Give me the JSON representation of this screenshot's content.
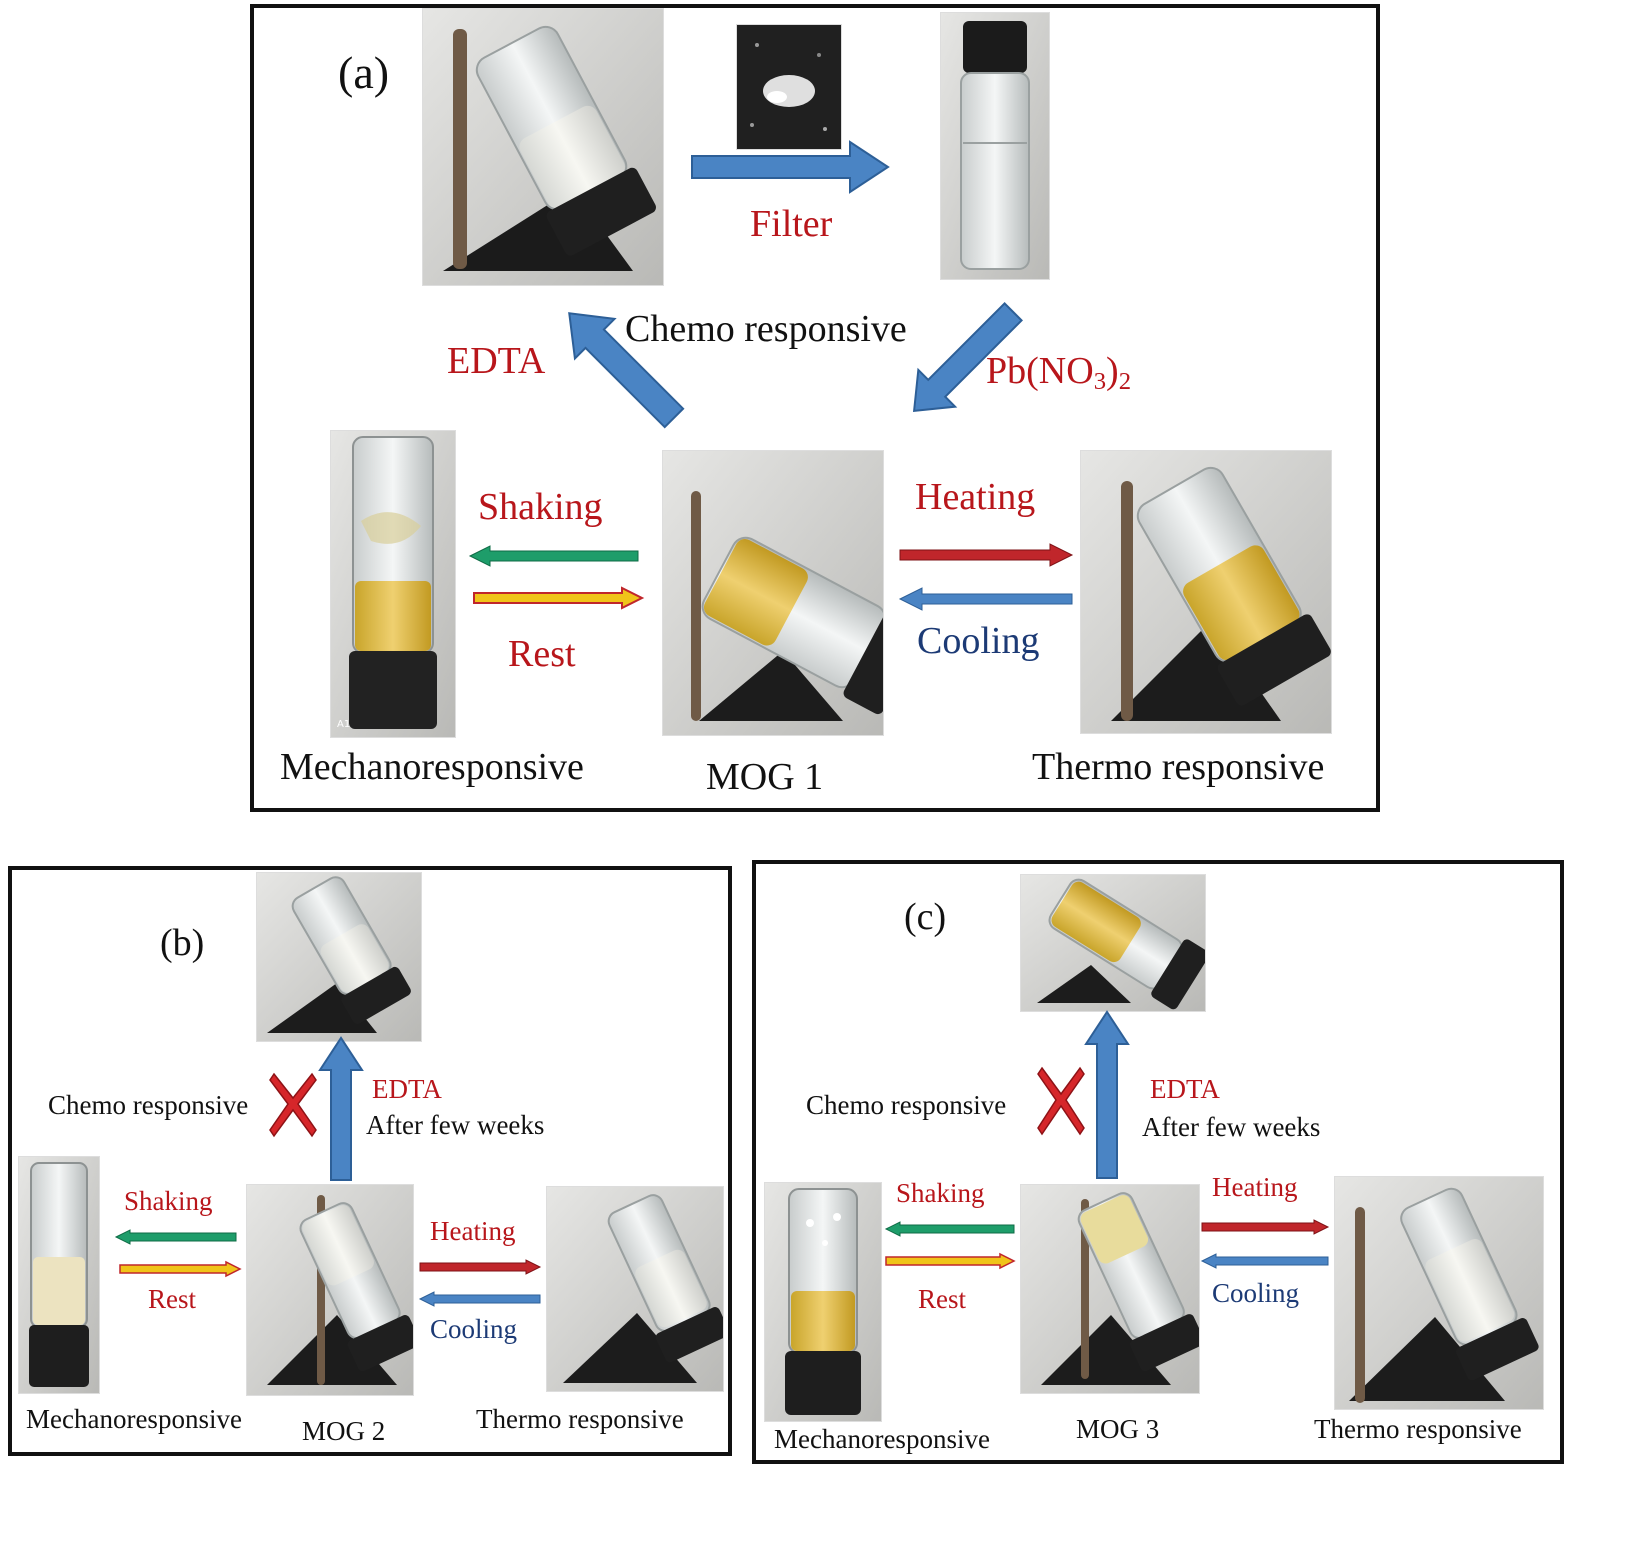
{
  "colors": {
    "red_text": "#b8161b",
    "blue_text": "#1c3a75",
    "arrow_blue": "#4a84c4",
    "arrow_red": "#c0262b",
    "arrow_green": "#1e9d6a",
    "arrow_yellow": "#f0c419",
    "cross_red": "#d6262a"
  },
  "panel_a": {
    "label": "(a)",
    "filter": "Filter",
    "chemo": "Chemo responsive",
    "edta": "EDTA",
    "pb_main": "Pb(NO",
    "pb_sub1": "3",
    "pb_close": ")",
    "pb_sub2": "2",
    "shaking": "Shaking",
    "rest": "Rest",
    "heating": "Heating",
    "cooling": "Cooling",
    "mechano": "Mechanoresponsive",
    "mog": "MOG 1",
    "thermo": "Thermo responsive",
    "photo_corner": "A1"
  },
  "panel_b": {
    "label": "(b)",
    "edta": "EDTA",
    "weeks": "After few weeks",
    "chemo": "Chemo responsive",
    "shaking": "Shaking",
    "rest": "Rest",
    "heating": "Heating",
    "cooling": "Cooling",
    "mechano": "Mechanoresponsive",
    "mog": "MOG 2",
    "thermo": "Thermo responsive"
  },
  "panel_c": {
    "label": "(c)",
    "edta": "EDTA",
    "weeks": "After few weeks",
    "chemo": "Chemo responsive",
    "shaking": "Shaking",
    "rest": "Rest",
    "heating": "Heating",
    "cooling": "Cooling",
    "mechano": "Mechanoresponsive",
    "mog": "MOG 3",
    "thermo": "Thermo responsive"
  }
}
